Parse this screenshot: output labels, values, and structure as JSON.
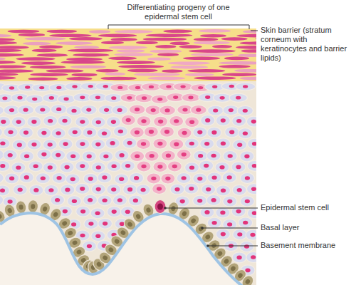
{
  "diagram": {
    "labels": [
      "Differentiating progeny of one epidermal stem cell",
      "Skin barrier (stratum corneum with keratinocytes and barrier lipids)",
      "Epidermal stem cell",
      "Basal layer",
      "Basement membrane"
    ]
  }
}
